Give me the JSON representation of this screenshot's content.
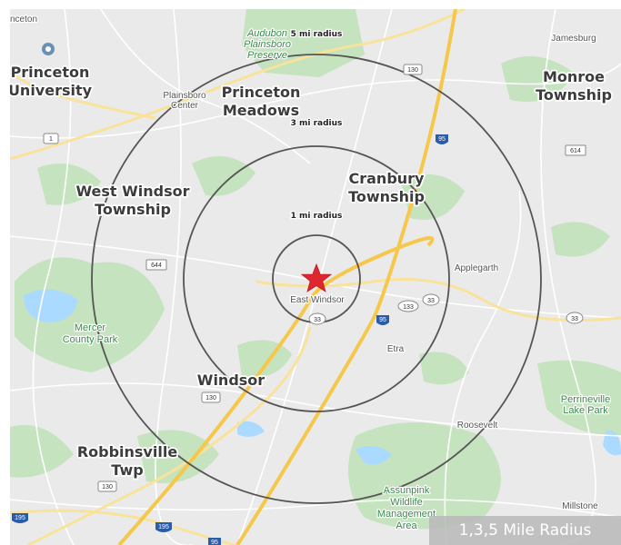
{
  "caption": "1,3,5 Mile Radius",
  "colors": {
    "land": "#eaeaea",
    "park": "#c5e3bf",
    "water": "#aadaff",
    "highway": "#f7d062",
    "ring": "#555555",
    "center_star": "#e0262f"
  },
  "places": {
    "princeton_university_1": "Princeton",
    "princeton_university_2": "University",
    "princeton_meadows_1": "Princeton",
    "princeton_meadows_2": "Meadows",
    "monroe_1": "Monroe",
    "monroe_2": "Township",
    "west_windsor_1": "West Windsor",
    "west_windsor_2": "Township",
    "cranbury_1": "Cranbury",
    "cranbury_2": "Township",
    "windsor": "Windsor",
    "robbinsville_1": "Robbinsville",
    "robbinsville_2": "Twp",
    "east_windsor": "East Windsor",
    "applegarth": "Applegarth",
    "etra": "Etra",
    "roosevelt": "Roosevelt",
    "millstone": "Millstone",
    "jamesburg": "Jamesburg",
    "plainsboro_center_1": "Plainsboro",
    "plainsboro_center_2": "Center",
    "princeton_partial": "nceton"
  },
  "parks": {
    "audubon_1": "Audubon",
    "audubon_2": "Plainsboro",
    "audubon_3": "Preserve",
    "mercer_1": "Mercer",
    "mercer_2": "County Park",
    "perrineville_1": "Perrineville",
    "perrineville_2": "Lake Park",
    "assunpink_1": "Assunpink",
    "assunpink_2": "Wildlife",
    "assunpink_3": "Management",
    "assunpink_4": "Area"
  },
  "radius_labels": {
    "r1": "1 mi radius",
    "r3": "3 mi radius",
    "r5": "5 mi radius"
  },
  "shields": {
    "s1": "1",
    "s130a": "130",
    "s130b": "130",
    "s130c": "130",
    "s644": "644",
    "s614": "614",
    "s33a": "33",
    "s33b": "33",
    "s33c": "33",
    "s133": "133",
    "s95a": "95",
    "s95b": "95",
    "s95c": "95",
    "s195a": "195",
    "s195b": "195"
  }
}
